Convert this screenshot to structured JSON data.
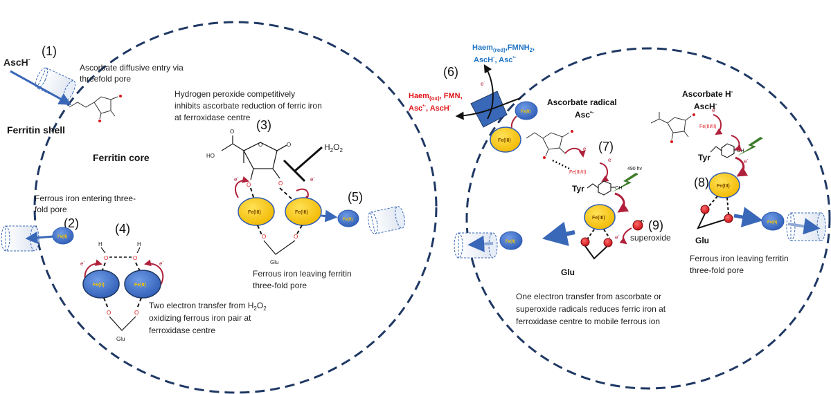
{
  "left_panel": {
    "ascH": "AscH",
    "ascH_sup": "-",
    "step1": "(1)",
    "ascorbate_entry_1": "Ascorbate diffusive entry via",
    "ascorbate_entry_2": "threefold pore",
    "shell_label": "Ferritin shell",
    "core_label": "Ferritin core",
    "h2o2_note_1": "Hydrogen peroxide  competitively",
    "h2o2_note_2": "inhibits ascorbate reduction of ferric iron",
    "h2o2_note_3": "at ferroxidase centre",
    "step3": "(3)",
    "h2o2": "H",
    "h2o2_sub": "2",
    "h2o2_o": "O",
    "h2o2_sub2": "2",
    "ferrous_enter_1": "Ferrous iron entering three-",
    "ferrous_enter_2": "fold pore",
    "step2": "(2)",
    "step4": "(4)",
    "step5": "(5)",
    "ferrous_leave_1": "Ferrous iron leaving ferritin",
    "ferrous_leave_2": "three-fold pore",
    "two_e_1a": "Two electron transfer from H",
    "two_e_1b": "2",
    "two_e_1c": "O",
    "two_e_1d": "2",
    "two_e_2": "oxidizing ferrous iron pair at",
    "two_e_3": "ferroxidase centre",
    "glu": "Glu",
    "fe2": "Fe(II)",
    "fe3": "Fe(III)",
    "o": "O",
    "h": "H",
    "oh": "OH",
    "e": "e",
    "e_sup": "-"
  },
  "right_panel": {
    "haem_red_line1": "Haem",
    "haem_red_sub": "(red)",
    "haem_red_rest": ",FMNH",
    "haem_red_sub2": "2",
    "haem_red_comma": ",",
    "haem_red_line2": "AscH",
    "haem_red_line2_sup": "-",
    "haem_red_line2_rest": ", Asc",
    "haem_red_line2_sup2": "•-",
    "step6": "(6)",
    "haem_ox_line1": "Haem",
    "haem_ox_sub": "(ox)",
    "haem_ox_rest": ", FMN,",
    "haem_ox_line2": "Asc",
    "haem_ox_line2_sup": "•-",
    "haem_ox_line2_rest": ", AscH",
    "haem_ox_line2_sup2": "-",
    "asc_radical_1": "Ascorbate radical",
    "asc_radical_2": "Asc",
    "asc_radical_2_sup": "•-",
    "asc_h_1": "Ascorbate H",
    "asc_h_1_sup": "-",
    "asc_h_2": "AscH",
    "asc_h_2_sup": "-",
    "step7": "(7)",
    "step8": "(8)",
    "step9": "(9)",
    "light": "490 hv",
    "tyr": "Tyr",
    "superoxide": "superoxide",
    "fe_cycle": "Fe(III/II)",
    "glu": "Glu",
    "fe2": "Fe(II)",
    "fe3": "Fe(III)",
    "o_radical": "O",
    "o_radical_sup": "•-",
    "one_e_1": "One electron transfer from ascorbate or",
    "one_e_2": "superoxide radicals reduces ferric iron at",
    "one_e_3": "ferroxidase centre to mobile ferrous ion",
    "ferrous_leave_1": "Ferrous iron leaving ferritin",
    "ferrous_leave_2": "three-fold pore",
    "oh": "OH",
    "e": "e",
    "e_sup": "-"
  },
  "colors": {
    "circle_dash": "#1f3864",
    "fe2_fill": "#3c6ec8",
    "fe3_fill": "#f5c400",
    "arrow_blue": "#3a68b8",
    "curl_red": "#b0203a",
    "o_red": "#d9161b",
    "green_bolt": "#3e7d2a",
    "haem_blue": "#1f74c4",
    "haem_red": "#e0161b"
  }
}
